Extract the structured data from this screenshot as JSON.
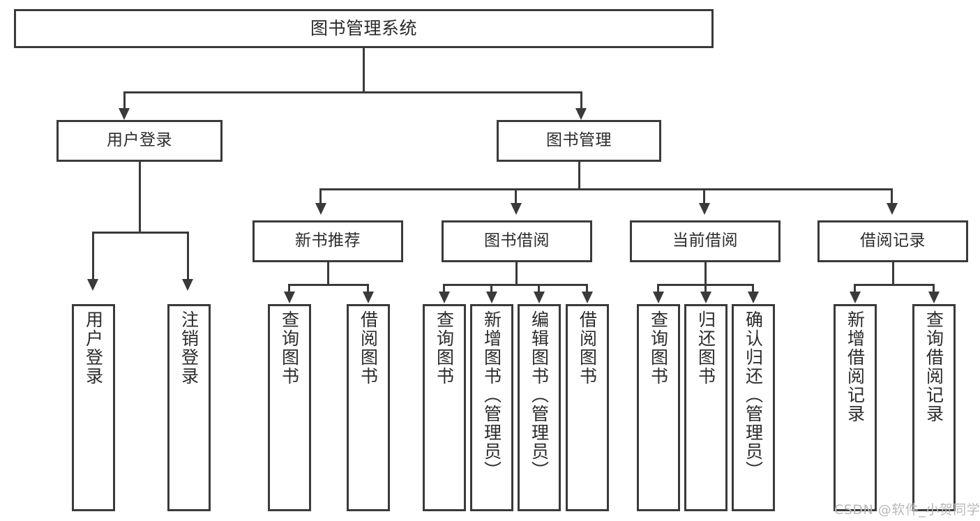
{
  "diagram": {
    "title": "图书管理系统",
    "watermark": "CSDN @软件_小贺同学",
    "accent_color": "#3a3a3a",
    "background_color": "#ffffff",
    "nodes": {
      "root": "图书管理系统",
      "level2": {
        "user_login": "用户登录",
        "book_manage": "图书管理"
      },
      "level3": {
        "new_book_recommend": "新书推荐",
        "book_borrow": "图书借阅",
        "current_borrow": "当前借阅",
        "borrow_record": "借阅记录"
      },
      "leaves": {
        "user_login_1": "用户登录",
        "user_login_2": "注销登录",
        "recommend_1": "查询图书",
        "recommend_2": "借阅图书",
        "borrow_1": "查询图书",
        "borrow_2": "新增图书（管理员）",
        "borrow_3": "编辑图书（管理员）",
        "borrow_4": "借阅图书",
        "current_1": "查询图书",
        "current_2": "归还图书",
        "current_3": "确认归还（管理员）",
        "record_1": "新增借阅记录",
        "record_2": "查询借阅记录"
      }
    }
  }
}
